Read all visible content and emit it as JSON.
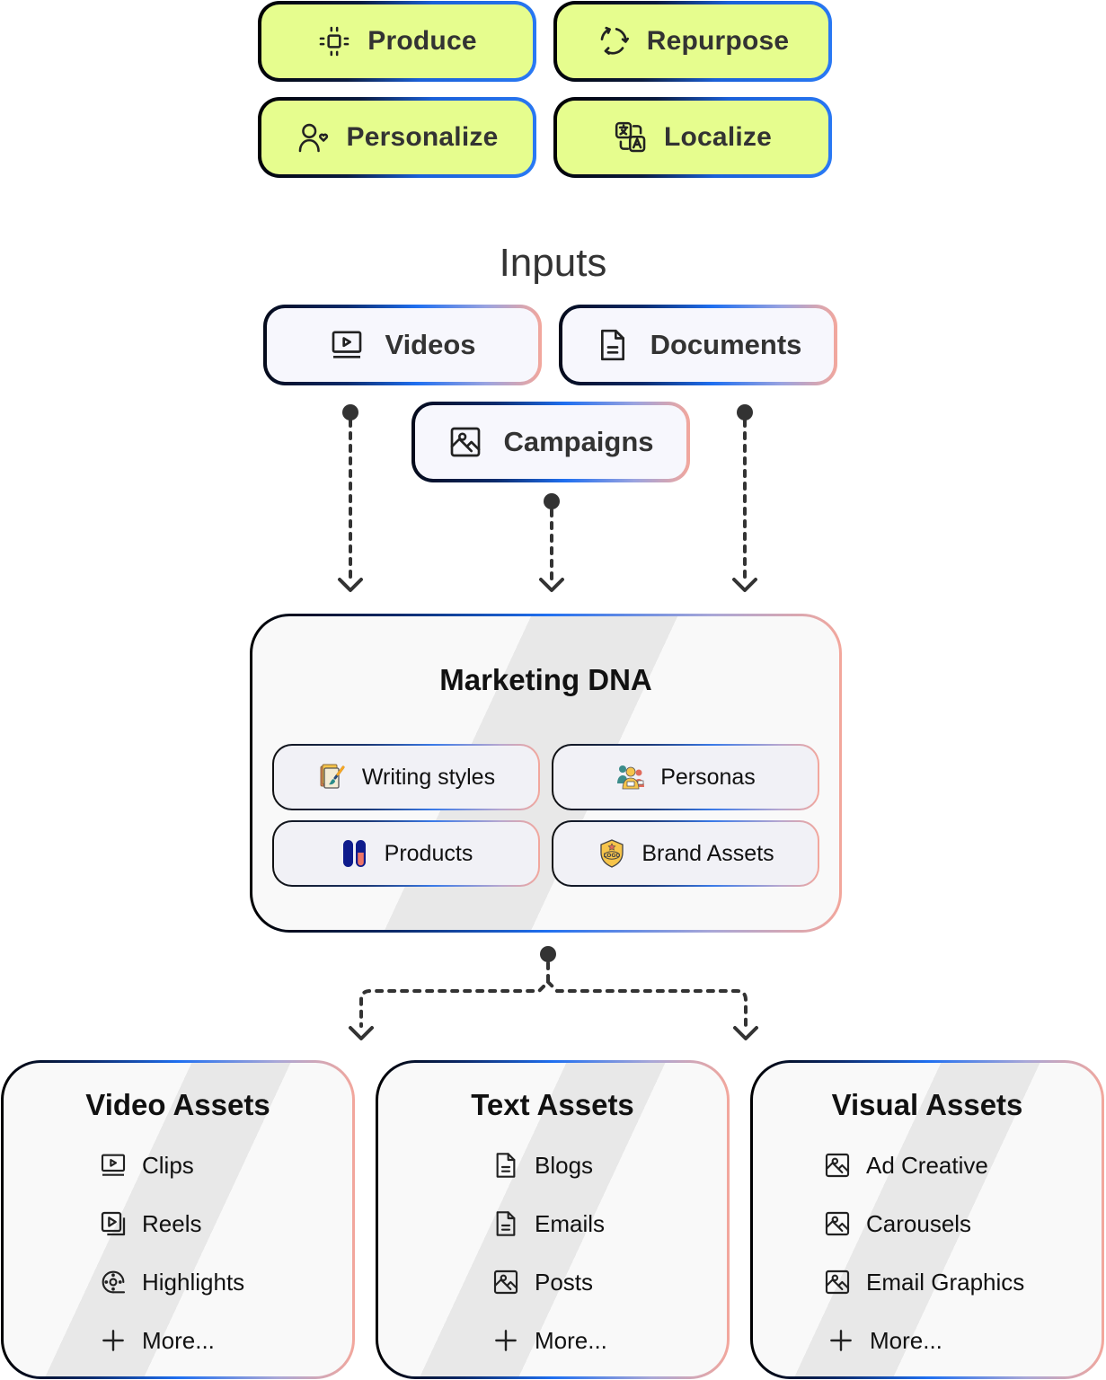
{
  "actions": [
    {
      "label": "Produce",
      "icon": "focus-frame-icon"
    },
    {
      "label": "Repurpose",
      "icon": "refresh-cycle-icon"
    },
    {
      "label": "Personalize",
      "icon": "user-heart-icon"
    },
    {
      "label": "Localize",
      "icon": "translate-icon"
    }
  ],
  "inputs": {
    "title": "Inputs",
    "items": [
      {
        "label": "Videos",
        "icon": "video-player-icon"
      },
      {
        "label": "Documents",
        "icon": "document-icon"
      },
      {
        "label": "Campaigns",
        "icon": "image-icon"
      }
    ]
  },
  "marketing_dna": {
    "title": "Marketing DNA",
    "items": [
      {
        "label": "Writing styles",
        "icon": "paintbrush-notes-icon"
      },
      {
        "label": "Personas",
        "icon": "people-group-icon"
      },
      {
        "label": "Products",
        "icon": "products-icon"
      },
      {
        "label": "Brand Assets",
        "icon": "logo-shield-icon"
      }
    ]
  },
  "outputs": [
    {
      "title": "Video Assets",
      "items": [
        {
          "label": "Clips",
          "icon": "video-player-icon"
        },
        {
          "label": "Reels",
          "icon": "reels-icon"
        },
        {
          "label": "Highlights",
          "icon": "film-reel-icon"
        },
        {
          "label": "More...",
          "icon": "plus-icon"
        }
      ]
    },
    {
      "title": "Text Assets",
      "items": [
        {
          "label": "Blogs",
          "icon": "document-icon"
        },
        {
          "label": "Emails",
          "icon": "document-icon"
        },
        {
          "label": "Posts",
          "icon": "image-icon"
        },
        {
          "label": "More...",
          "icon": "plus-icon"
        }
      ]
    },
    {
      "title": "Visual Assets",
      "items": [
        {
          "label": "Ad Creative",
          "icon": "image-icon"
        },
        {
          "label": "Carousels",
          "icon": "image-icon"
        },
        {
          "label": "Email Graphics",
          "icon": "image-icon"
        },
        {
          "label": "More...",
          "icon": "plus-icon"
        }
      ]
    }
  ],
  "colors": {
    "action_fill": "#e6fd8e",
    "pill_fill": "#f7f7fd",
    "connector": "#333333",
    "gradient_blue": "#1f6ff0",
    "gradient_peach": "#f3a79c"
  }
}
